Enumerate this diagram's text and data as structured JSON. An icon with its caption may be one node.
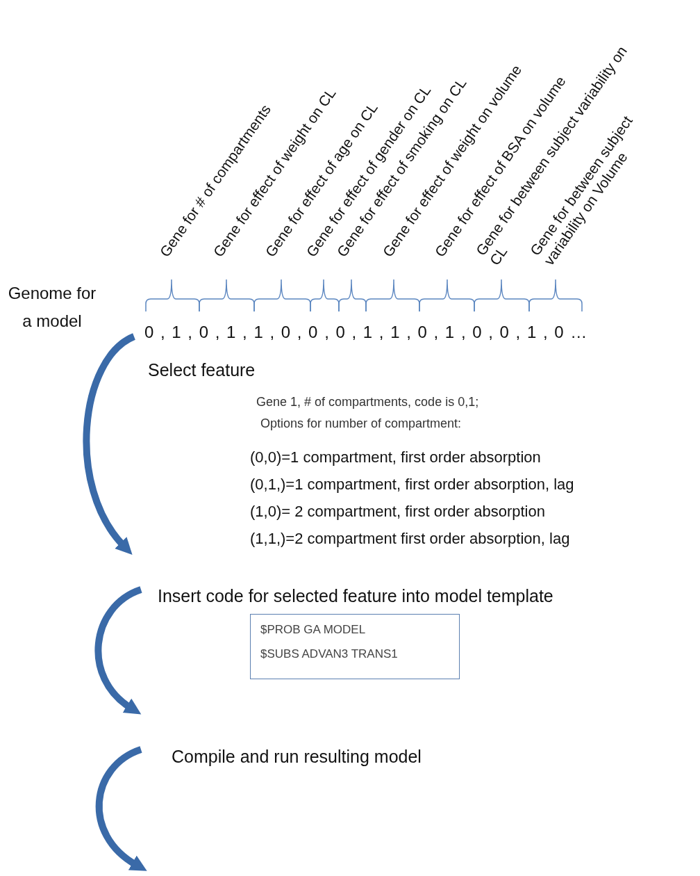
{
  "diagram": {
    "nodes": [
      {
        "text": [
          "$PROB GA MODEL",
          "$SUBS ADVAN3 TRANS1"
        ]
      }
    ],
    "labels": [
      "Gene for # of compartments",
      "Gene for effect of weight on CL",
      "Gene for effect of age on CL",
      "Gene for effect of gender on CL",
      "Gene for effect of smoking on CL",
      "Gene for effect of weight on volume",
      "Gene for effect of BSA on volume",
      "Gene for between subject variability on CL",
      "Gene for between subject variability on Volume",
      "Genome for a model",
      "0 , 1 , 0 , 1 , 1 , 0 , 0 , 0 , 1 , 1 , 0 , 1 , 0 , 0 , 1 , 0 …",
      "Select feature",
      "Gene 1, # of compartments, code is 0,1;",
      "Options for number of compartment:",
      "(0,0)=1 compartment, first order absorption",
      "(0,1,)=1 compartment, first order absorption, lag",
      "(1,0)= 2 compartment, first order absorption",
      "(1,1,)=2 compartment first order absorption, lag",
      "Insert code for selected feature into model template",
      "Compile and run resulting model"
    ]
  }
}
